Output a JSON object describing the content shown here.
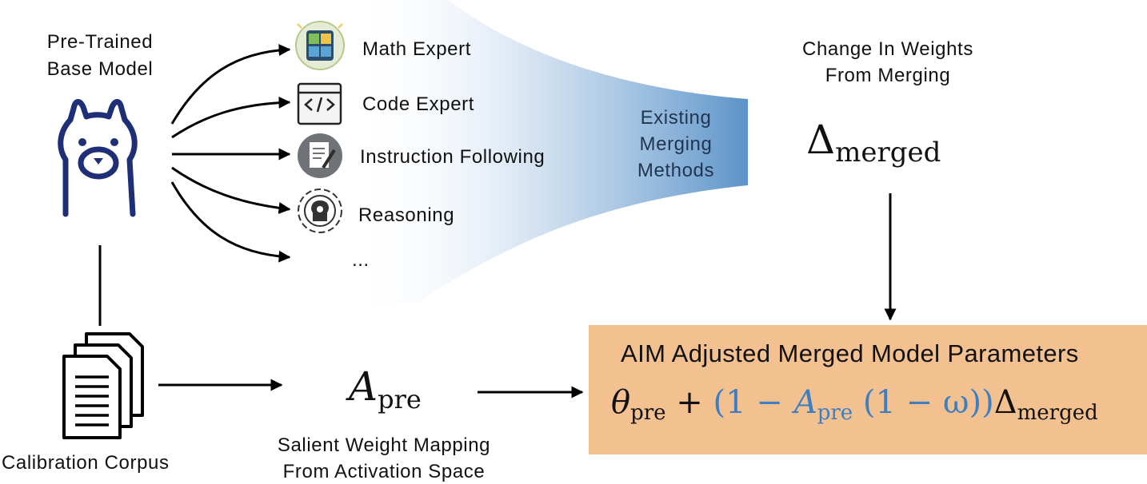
{
  "base_model": {
    "label_line1": "Pre-Trained",
    "label_line2": "Base Model",
    "icon": "llama-icon"
  },
  "experts": [
    {
      "label": "Math Expert",
      "icon": "calculator-icon"
    },
    {
      "label": "Code Expert",
      "icon": "code-window-icon"
    },
    {
      "label": "Instruction Following",
      "icon": "document-pencil-icon"
    },
    {
      "label": "Reasoning",
      "icon": "brain-gear-icon"
    },
    {
      "label": "...",
      "icon": ""
    }
  ],
  "existing_methods": {
    "line1": "Existing",
    "line2": "Merging",
    "line3": "Methods"
  },
  "delta": {
    "caption_line1": "Change In Weights",
    "caption_line2": "From Merging",
    "symbol": "Δ",
    "subscript": "merged"
  },
  "calibration": {
    "label": "Calibration Corpus",
    "icon": "documents-stack-icon"
  },
  "activation": {
    "symbol": "A",
    "subscript": "pre",
    "caption_line1": "Salient Weight Mapping",
    "caption_line2": "From Activation Space"
  },
  "aim": {
    "title": "AIM Adjusted Merged Model Parameters",
    "theta": "θ",
    "theta_sub": "pre",
    "plus": "+",
    "open": "(1 −",
    "a": "A",
    "a_sub": "pre",
    "inner": "(1 − ω))",
    "delta": "Δ",
    "delta_sub": "merged"
  },
  "colors": {
    "aim_box": "#f3c18f",
    "formula_blue": "#3d7fc1",
    "funnel_blue": "#5b93c9",
    "llama_navy": "#1e2f78"
  }
}
